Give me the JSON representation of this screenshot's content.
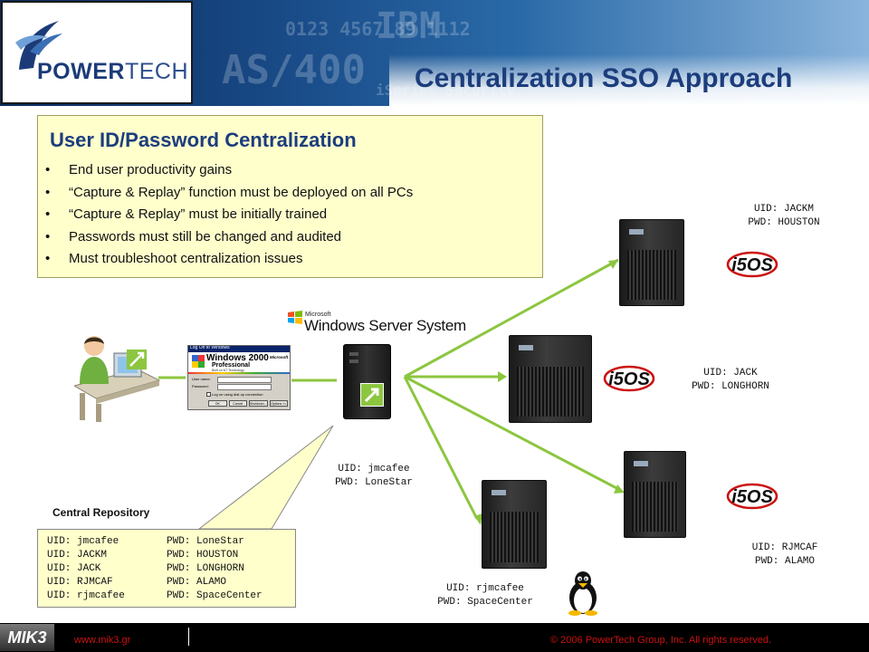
{
  "header": {
    "brand": "POWERTECH",
    "slide_title": "Centralization SSO Approach"
  },
  "info_box": {
    "title": "User ID/Password Centralization",
    "bullets": [
      "End user productivity gains",
      "“Capture & Replay” function must be deployed on all PCs",
      "“Capture & Replay” must be initially trained",
      "Passwords must still be changed and audited",
      "Must troubleshoot centralization issues"
    ]
  },
  "windows_server": {
    "ms": "Microsoft",
    "label": "Windows Server System"
  },
  "login_dialog": {
    "title": "Log On to Windows",
    "brand": "Windows 2000",
    "edition": "Professional",
    "sub": "Built on NT Technology",
    "ms": "Microsoft",
    "user_label": "User name:",
    "pwd_label": "Password:",
    "dialup": "Log on using dial-up connection",
    "buttons": [
      "OK",
      "Cancel",
      "Shutdown...",
      "Options <<"
    ]
  },
  "os_badges": {
    "i5os": "i5OS"
  },
  "credentials": {
    "server_top": [
      "UID: JACKM",
      "PWD: HOUSTON"
    ],
    "server_mid": [
      "UID: JACK",
      "PWD: LONGHORN"
    ],
    "server_bot": [
      "UID: RJMCAF",
      "PWD: ALAMO"
    ],
    "linux": [
      "UID: rjmcafee",
      "PWD: SpaceCenter"
    ],
    "windows": [
      "UID: jmcafee",
      "PWD: LoneStar"
    ]
  },
  "repository": {
    "label": "Central Repository",
    "rows": [
      [
        "UID: jmcafee",
        "PWD: LoneStar"
      ],
      [
        "UID: JACKM",
        "PWD: HOUSTON"
      ],
      [
        "UID: JACK",
        "PWD: LONGHORN"
      ],
      [
        "UID: RJMCAF",
        "PWD: ALAMO"
      ],
      [
        "UID: rjmcafee",
        "PWD: SpaceCenter"
      ]
    ]
  },
  "footer": {
    "logo": "MIK3",
    "url": "www.mik3.gr",
    "copyright": "© 2006 PowerTech Group, Inc. All rights reserved."
  },
  "colors": {
    "title_blue": "#1c3d7d",
    "note_yellow": "#ffffcc",
    "connector_green": "#8cc63f",
    "footer_red": "#cc1111"
  }
}
